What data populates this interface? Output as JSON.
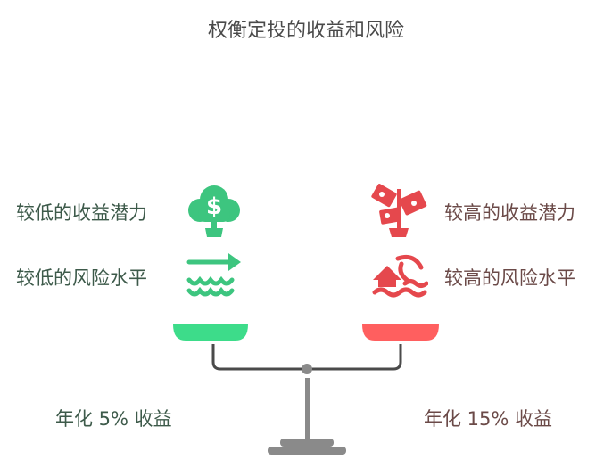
{
  "title": "权衡定投的收益和风险",
  "left": {
    "color": "#3dc57f",
    "items": [
      {
        "label": "较低的收益潜力",
        "icon": "money-tree-icon"
      },
      {
        "label": "较低的风险水平",
        "icon": "calm-waves-arrow-icon"
      }
    ],
    "pan_color": "#3ddc8a",
    "return_label": "年化 5% 收益"
  },
  "right": {
    "color": "#e5484d",
    "items": [
      {
        "label": "较高的收益潜力",
        "icon": "money-plant-icon"
      },
      {
        "label": "较高的风险水平",
        "icon": "flood-house-icon"
      }
    ],
    "pan_color": "#ff5f5f",
    "return_label": "年化 15% 收益"
  },
  "scale": {
    "beam_color": "#4a4a4a",
    "stand_color": "#8a8a8a"
  }
}
